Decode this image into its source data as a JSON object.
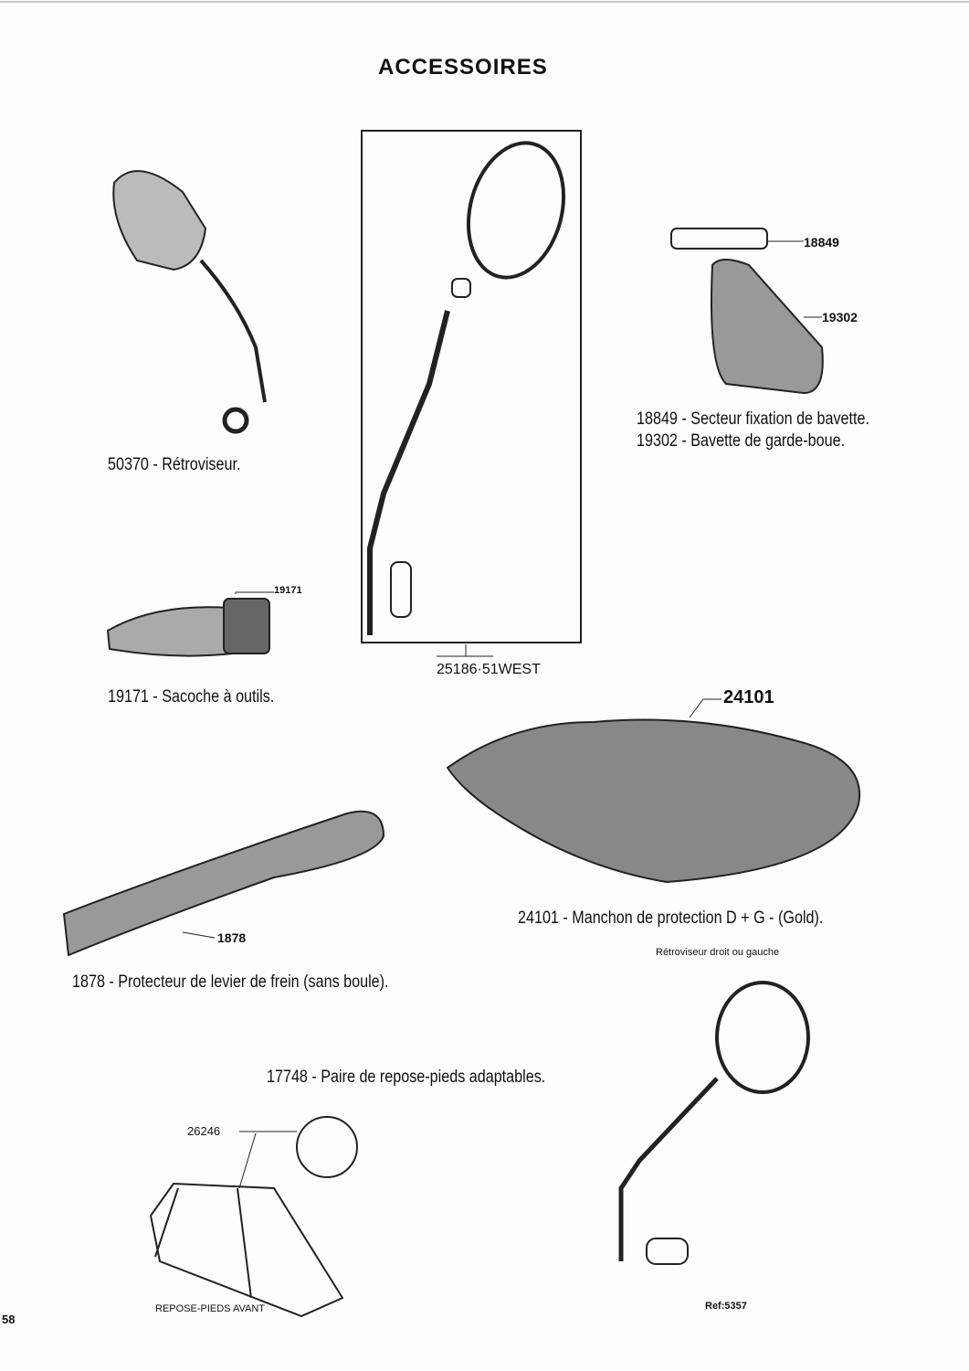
{
  "title": "ACCESSOIRES",
  "page_number": "58",
  "reference": "Ref:5357",
  "captions": {
    "retroviseur": "50370 - Rétroviseur.",
    "secteur": "18849 - Secteur fixation de bavette.",
    "bavette": "19302 - Bavette de garde-boue.",
    "sacoche": "19171 - Sacoche à outils.",
    "manchon": "24101 - Manchon de protection D + G - (Gold).",
    "protecteur": "1878 - Protecteur de levier de frein (sans boule).",
    "repose": "17748 - Paire de repose-pieds adaptables."
  },
  "callouts": {
    "c18849": "18849",
    "c19302": "19302",
    "c19171": "19171",
    "c24101": "24101",
    "c1878": "1878",
    "c26246": "26246",
    "c25186": "25186·51WEST"
  },
  "notes": {
    "retro_droit_gauche": "Rétroviseur droit ou gauche",
    "repose_avant": "REPOSE-PIEDS AVANT"
  }
}
